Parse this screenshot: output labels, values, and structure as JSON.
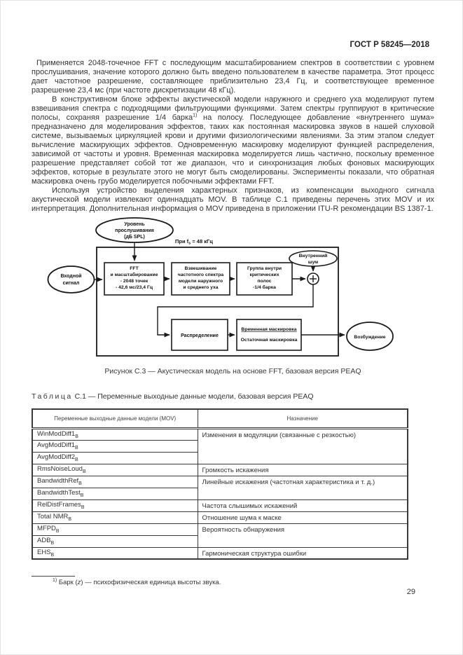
{
  "page": {
    "header": "ГОСТ Р 58245—2018",
    "number": "29"
  },
  "paragraphs": {
    "p1": "Применяется 2048-точечное FFT с последующим масштабированием спектров в соответствии с уровнем прослушивания, значение которого должно быть введено пользователем в качестве параметра. Этот процесс дает частотное разрешение, составляющее приблизительно 23,4 Гц, и соответствующее временное разрешение 23,4 мс (при частоте дискретизации 48 кГц).",
    "p2_before_sup": "В конструктивном блоке эффекты акустической модели наружного и среднего уха моделируют путем взвешивания спектра с подходящими фильтрующими функциями. Затем спектры группируют в критические полосы, сохраняя разрешение 1/4 барка",
    "p2_sup": "1)",
    "p2_after_sup": " на полосу. Последующее добавление «внутреннего шума» предназначено для моделирования эффектов, таких как постоянная маскировка звуков в нашей слуховой системе, вызываемых циркуляцией крови и другими физиологическими явлениями. За этим этапом следует вычисление маскирующих эффектов. Одновременную маскировку моделируют функцией распределения, зависимой от частоты и уровня. Временная маскировка моделируется лишь частично, поскольку временное разрешение представляет собой тот же диапазон, что и синхронизация любых фоновых маскирующих эффектов, которые в результате этого не могут быть смоделированы. Эксперименты показали, что обратная маскировка очень грубо моделируется побочными эффектами FFT.",
    "p3": "Используя устройство выделения характерных признаков, из компенсации выходного сигнала акустической модели извлекают одиннадцать MOV. В таблице С.1 приведены перечень этих MOV и их интерпретация. Дополнительная информация о MOV приведена в приложении ITU-R рекомендации BS 1387-1."
  },
  "figure": {
    "caption": "Рисунок С.3 — Акустическая модель на основе FFT, базовая версия PEAQ",
    "condition": {
      "pre": "При f",
      "sub": "s",
      "post": " = 48 кГц"
    },
    "nodes": {
      "listening_level": {
        "lines": [
          "Уровень",
          "прослушивания",
          "(дБ SPL)"
        ]
      },
      "input_signal": {
        "lines": [
          "Входной",
          "сигнал"
        ]
      },
      "fft": {
        "lines": [
          "FFT",
          "и масштабирование",
          "- 2048 точек",
          "- 42,6 мс/23,4 Гц"
        ]
      },
      "weighting": {
        "lines": [
          "Взвешивание",
          "частотного спектра",
          "модели наружного",
          "и среднего уха"
        ]
      },
      "grouping": {
        "lines": [
          "Группа внутри",
          "критических",
          "полос",
          "-1/4 барка"
        ]
      },
      "inner_noise": {
        "lines": [
          "Внутренний",
          "шум"
        ]
      },
      "spreading": {
        "label": "Распределение"
      },
      "masking": {
        "lines": [
          "Временная маскировка",
          "Остаточная маскировка"
        ]
      },
      "excitation": {
        "label": "Возбуждение"
      },
      "sum": {
        "symbol": "+"
      }
    }
  },
  "table": {
    "title_word": "Таблица",
    "title_rest": " С.1 — Переменные выходные данные модели, базовая версия PEAQ",
    "col1_header": "Переменные выходные данные модели (MOV)",
    "col2_header": "Назначение",
    "rows": [
      {
        "mov": "WinModDiff1",
        "sub": "B"
      },
      {
        "mov": "AvgModDiff1",
        "sub": "B"
      },
      {
        "mov": "AvgModDiff2",
        "sub": "B"
      },
      {
        "mov": "RmsNoiseLoud",
        "sub": "B"
      },
      {
        "mov": "BandwidthRef",
        "sub": "B"
      },
      {
        "mov": "BandwidthTest",
        "sub": "B"
      },
      {
        "mov": "RelDistFrames",
        "sub": "B"
      },
      {
        "mov": "Total NMR",
        "sub": "B"
      },
      {
        "mov": "MFPD",
        "sub": "B"
      },
      {
        "mov": "ADB",
        "sub": "B"
      },
      {
        "mov": "EHS",
        "sub": "B"
      }
    ],
    "purposes": [
      {
        "text": "Изменения в модуляции (связанные с резкостью)",
        "span": 3
      },
      {
        "text": "Громкость искажения",
        "span": 1
      },
      {
        "text": "Линейные искажения (частотная характеристика и т. д.)",
        "span": 2
      },
      {
        "text": "Частота слышимых искажений",
        "span": 1
      },
      {
        "text": "Отношение шума к маске",
        "span": 1
      },
      {
        "text": "Вероятность обнаружения",
        "span": 2
      },
      {
        "text": "Гармоническая структура ошибки",
        "span": 1
      }
    ]
  },
  "footnote": {
    "sup": "1)",
    "pre": " Барк (",
    "var": "z",
    "post": ") — психофизическая единица высоты звука."
  }
}
